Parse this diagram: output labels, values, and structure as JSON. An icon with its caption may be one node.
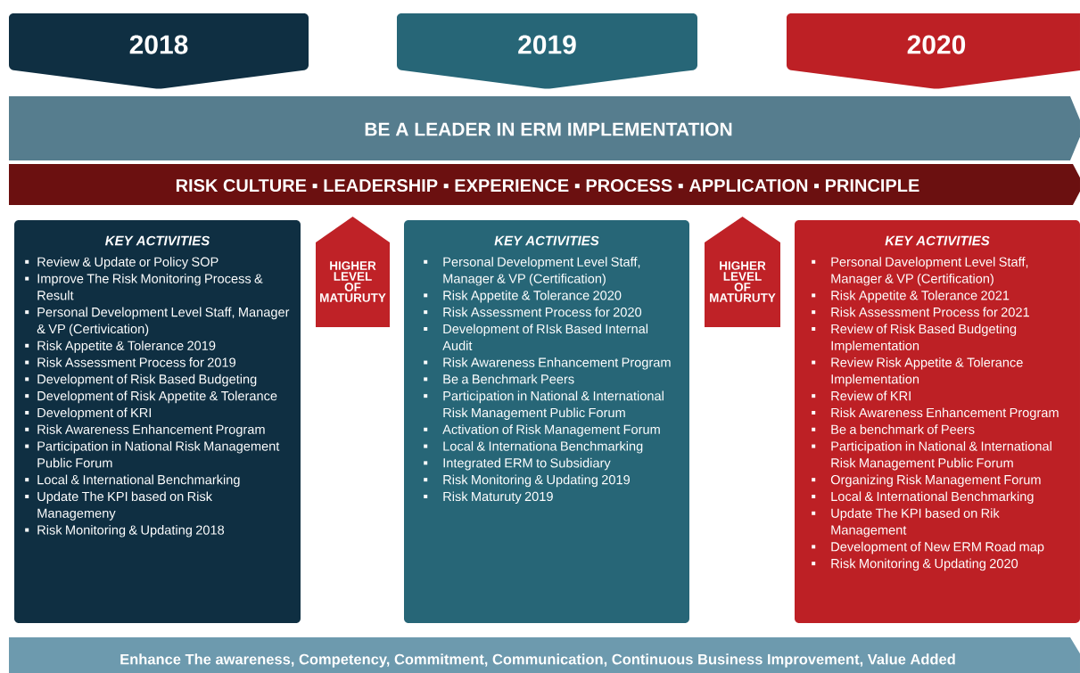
{
  "diagram": {
    "nodes": [
      {
        "text": [
          "2018"
        ]
      },
      {
        "text": [
          "2019"
        ]
      },
      {
        "text": [
          "2020"
        ]
      },
      {
        "text": [
          "BE A LEADER IN ERM IMPLEMENTATION"
        ]
      },
      {
        "text": [
          "RISK CULTURE ▪ LEADERSHIP ▪ EXPERIENCE ▪ PROCESS ▪ APPLICATION ▪ PRINCIPLE"
        ]
      },
      {
        "text": [
          "KEY ACTIVITIES",
          "Review & Update or Policy SOP",
          "Improve The Risk Monitoring Process & Result",
          "Personal Development Level Staff, Manager & VP (Certivication)",
          "Risk Appetite & Tolerance 2019",
          "Risk Assessment Process for 2019",
          "Development of Risk Based Budgeting",
          "Development of Risk Appetite & Tolerance",
          "Development of KRI",
          "Risk Awareness Enhancement Program",
          "Participation in National Risk Management Public Forum",
          "Local & International Benchmarking",
          "Update The KPI based on Risk Managemeny",
          "Risk Monitoring & Updating 2018"
        ]
      },
      {
        "text": [
          "HIGHER LEVEL OF MATURUTY"
        ]
      },
      {
        "text": [
          "KEY ACTIVITIES",
          "Personal Development Level Staff, Manager & VP (Certification)",
          "Risk Appetite & Tolerance 2020",
          "Risk Assessment Process for 2020",
          "Development of RIsk Based Internal Audit",
          "Risk Awareness Enhancement Program",
          "Be a Benchmark Peers",
          "Participation in National & International Risk Management Public Forum",
          "Activation of Risk Management Forum",
          "Local & Internationa Benchmarking",
          "Integrated ERM to Subsidiary",
          "Risk Monitoring & Updating 2019",
          "Risk Maturuty 2019"
        ]
      },
      {
        "text": [
          "HIGHER LEVEL OF MATURUTY"
        ]
      },
      {
        "text": [
          "KEY ACTIVITIES",
          "Personal Davelopment Level Staff, Manager & VP (Certification)",
          "Risk Appetite & Tolerance 2021",
          "Risk Assessment Process for 2021",
          "Review of Risk Based Budgeting Implementation",
          "Review Risk Appetite & Tolerance Implementation",
          "Review of KRI",
          "Risk Awareness Enhancement Program",
          "Be a benchmark of Peers",
          "Participation in National & International Risk Management Public Forum",
          "Organizing Risk Management Forum",
          "Local & International Benchmarking",
          "Update The KPI based on Rik Management",
          "Development of New ERM Road map",
          "Risk Monitoring & Updating 2020"
        ]
      },
      {
        "text": [
          "Enhance The awareness, Competency, Commitment, Communication, Continuous Business Improvement, Value Added"
        ]
      }
    ]
  }
}
